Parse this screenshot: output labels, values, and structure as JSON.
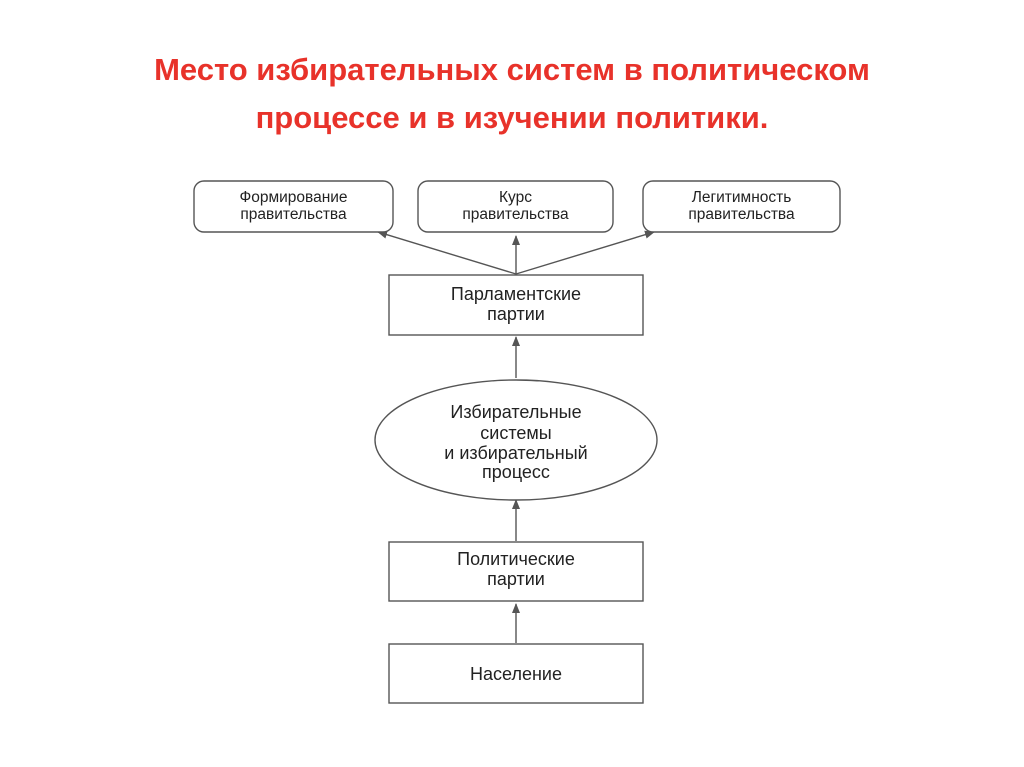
{
  "title": {
    "line1": "Место избирательных систем в политическом",
    "line2": "процессе и в изучении политики."
  },
  "colors": {
    "title": "#e8322a",
    "stroke": "#555555",
    "text": "#222222"
  },
  "nodes": {
    "formation": {
      "line1": "Формирование",
      "line2": "правительства"
    },
    "course": {
      "line1": "Курс",
      "line2": "правительства"
    },
    "legitimacy": {
      "line1": "Легитимность",
      "line2": "правительства"
    },
    "parliamentary": {
      "line1": "Парламентские",
      "line2": "партии"
    },
    "electoral": {
      "line1": "Избирательные",
      "line2": "системы",
      "line3": "и избирательный",
      "line4": "процесс"
    },
    "political": {
      "line1": "Политические",
      "line2": "партии"
    },
    "population": {
      "line1": "Население"
    }
  }
}
